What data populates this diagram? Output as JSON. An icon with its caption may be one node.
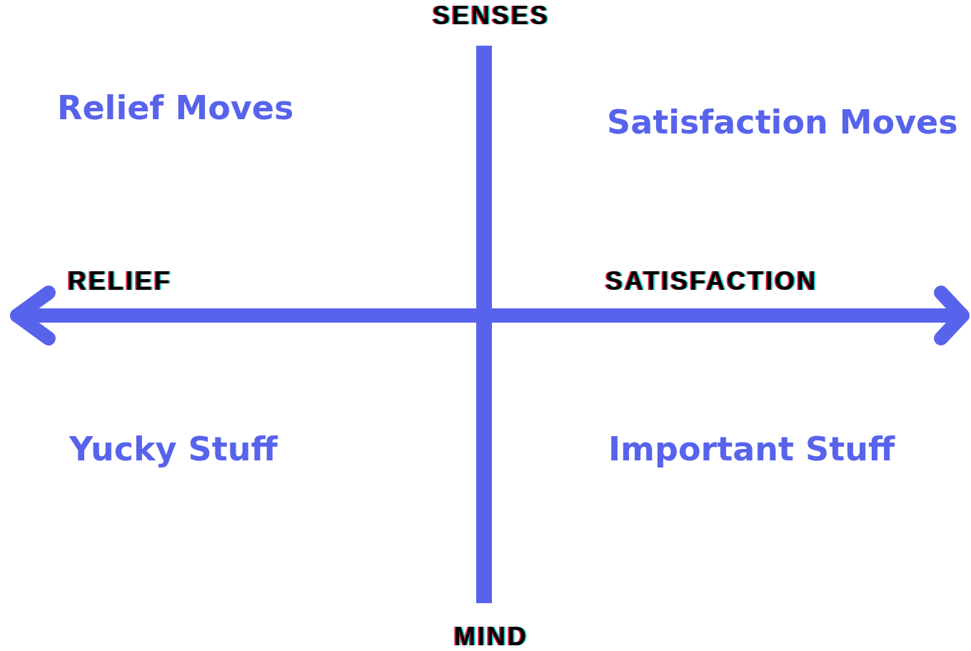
{
  "diagram": {
    "labels": [
      "SENSES",
      "Relief Moves",
      "Satisfaction Moves",
      "RELIEF",
      "SATISFACTION",
      "Yucky Stuff",
      "Important Stuff",
      "MIND"
    ]
  }
}
